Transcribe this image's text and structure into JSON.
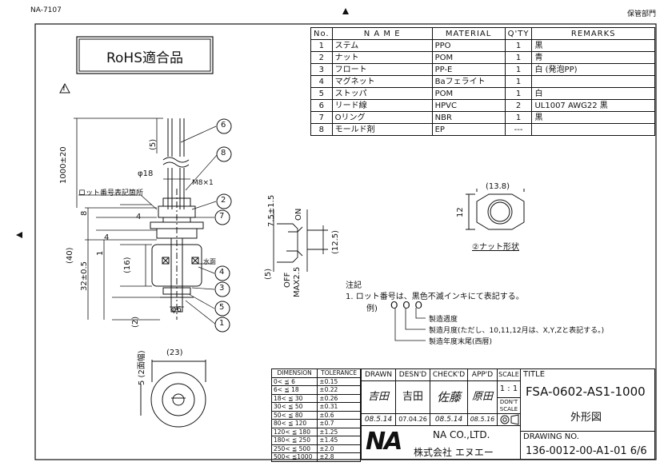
{
  "header": {
    "code": "NA-7107",
    "department": "保管部門"
  },
  "rohs": {
    "label": "RoHS適合品",
    "warn_symbol": "!"
  },
  "parts": {
    "headers": [
      "No.",
      "N A M E",
      "MATERIAL",
      "Q'TY",
      "REMARKS"
    ],
    "rows": [
      [
        "1",
        "ステム",
        "PPO",
        "1",
        "黒"
      ],
      [
        "2",
        "ナット",
        "POM",
        "1",
        "青"
      ],
      [
        "3",
        "フロート",
        "PP-E",
        "1",
        "白 (発泡PP)"
      ],
      [
        "4",
        "マグネット",
        "Baフェライト",
        "1",
        ""
      ],
      [
        "5",
        "ストッパ",
        "POM",
        "1",
        "白"
      ],
      [
        "6",
        "リード線",
        "HPVC",
        "2",
        "UL1007 AWG22 黒"
      ],
      [
        "7",
        "Oリング",
        "NBR",
        "1",
        "黒"
      ],
      [
        "8",
        "モールド剤",
        "EP",
        "---",
        ""
      ]
    ]
  },
  "drawing": {
    "dims": {
      "lead_len": "1000±20",
      "d5": "(5)",
      "phi18": "φ18",
      "lot_label": "ロット番号表記箇所",
      "m8": "M8×1",
      "d4": "4",
      "d8": "8",
      "d40": "(40)",
      "d32": "32±0.5",
      "d1": "1",
      "d16": "(16)",
      "d2": "(2)",
      "phi6": "φ6",
      "water": "水面",
      "d75": "7.5±1.5",
      "on": "ON",
      "off": "OFF",
      "max25": "MAX2.5",
      "d5b": "(5)",
      "d125": "(12.5)",
      "d23": "(23)",
      "d5side": "5 (2面幅)",
      "d138": "(13.8)",
      "d12": "12"
    },
    "balloons": [
      "6",
      "8",
      "2",
      "7",
      "4",
      "3",
      "5",
      "1"
    ],
    "nut_caption": "②ナット形状"
  },
  "notes": {
    "heading": "注記",
    "line1": "1. ロット番号は、黒色不滅インキにて表記する。",
    "example_label": "例)",
    "example_code": "O O O",
    "legend1": "製造週度",
    "legend2": "製造月度(ただし、10,11,12月は、X,Y,Zと表記する。)",
    "legend3": "製造年度末尾(西暦)"
  },
  "tolerance": {
    "headers": [
      "DIMENSION",
      "TOLERANCE"
    ],
    "rows": [
      [
        "0<  ≦  6",
        "±0.15"
      ],
      [
        "6<  ≦  18",
        "±0.22"
      ],
      [
        "18<  ≦  30",
        "±0.26"
      ],
      [
        "30<  ≦  50",
        "±0.31"
      ],
      [
        "50<  ≦  80",
        "±0.6"
      ],
      [
        "80<  ≦ 120",
        "±0.7"
      ],
      [
        "120< ≦ 180",
        "±1.25"
      ],
      [
        "180< ≦ 250",
        "±1.45"
      ],
      [
        "250< ≦ 500",
        "±2.0"
      ],
      [
        "500< ≦1000",
        "±2.8"
      ]
    ]
  },
  "title_block": {
    "drawn_label": "DRAWN",
    "desnd_label": "DESN'D",
    "checkd_label": "CHECK'D",
    "appd_label": "APP'D",
    "scale_label": "SCALE",
    "title_label": "TITLE",
    "drawn_sign": "吉田",
    "desnd_sign": "吉田",
    "checkd_sign": "佐藤",
    "appd_sign": "原田",
    "drawn_date": "08.5.14",
    "desnd_date": "07.04.26",
    "checkd_date": "08.5.14",
    "appd_date": "08.5.16",
    "scale_value": "1 : 1",
    "dont_scale": "DON'T SCALE",
    "part_no": "FSA-0602-AS1-1000",
    "subtitle": "外形図",
    "company_logo": "NA",
    "company_en": "NA CO.,LTD.",
    "company_jp": "株式会社 エヌエー",
    "drawing_no_label": "DRAWING NO.",
    "drawing_no": "136-0012-00-A1-01 6/6"
  }
}
